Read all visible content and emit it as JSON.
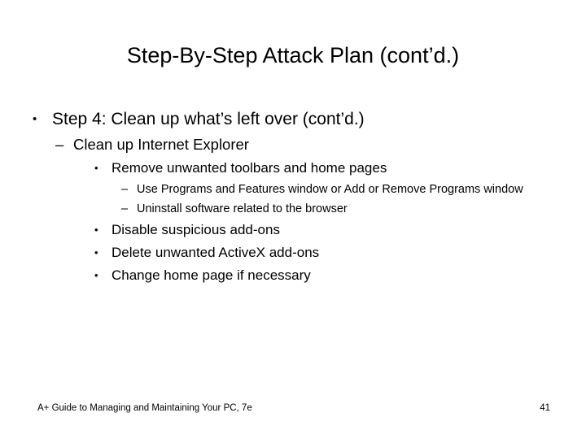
{
  "slide": {
    "title": "Step-By-Step Attack Plan (cont’d.)",
    "bullet_glyph": "•",
    "dash_glyph": "–",
    "content": [
      {
        "level": 1,
        "marker": "•",
        "text": "Step 4: Clean up what’s left over (cont’d.)"
      },
      {
        "level": 2,
        "marker": "–",
        "text": "Clean up Internet Explorer"
      },
      {
        "level": 3,
        "marker": "•",
        "text": "Remove unwanted toolbars and home pages"
      },
      {
        "level": 4,
        "marker": "–",
        "text": "Use Programs and Features window or Add or Remove Programs window"
      },
      {
        "level": 4,
        "marker": "–",
        "text": "Uninstall software related to the browser"
      },
      {
        "level": 3,
        "marker": "•",
        "text": "Disable suspicious add-ons"
      },
      {
        "level": 3,
        "marker": "•",
        "text": "Delete unwanted ActiveX add-ons"
      },
      {
        "level": 3,
        "marker": "•",
        "text": "Change home page if necessary"
      }
    ],
    "footer": {
      "note": "A+ Guide to Managing and Maintaining Your PC, 7e",
      "page_number": "41"
    },
    "colors": {
      "background": "#ffffff",
      "text": "#000000"
    }
  }
}
